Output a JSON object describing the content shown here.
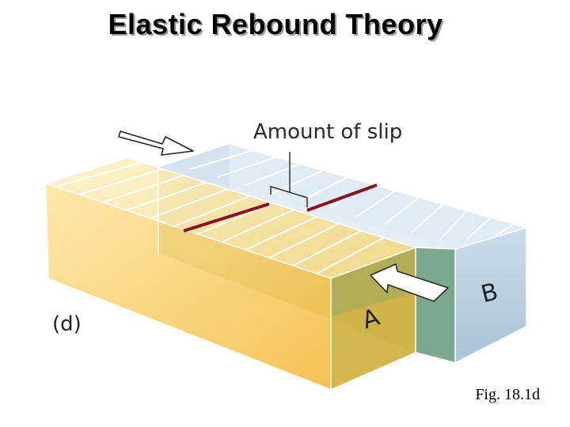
{
  "title": "Elastic Rebound Theory",
  "diagram": {
    "annotation": "Amount of slip",
    "panel_label": "(d)",
    "block_a_label": "A",
    "block_b_label": "B"
  },
  "caption": "Fig. 18.1d",
  "colors": {
    "block_a_face": "#f6c44f",
    "block_a_top": "#fbe7a6",
    "block_b_face": "#b9d2e2",
    "block_b_top": "#deeaf3",
    "fault_overlap": "#9aa24c",
    "slip_marker": "#8b1020"
  },
  "icons": [
    "compression-arrow-icon",
    "push-arrow-icon"
  ]
}
